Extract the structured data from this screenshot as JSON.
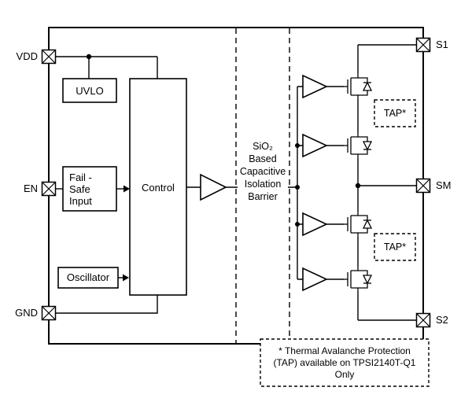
{
  "pins": {
    "vdd": "VDD",
    "en": "EN",
    "gnd": "GND",
    "s1": "S1",
    "sm": "SM",
    "s2": "S2"
  },
  "blocks": {
    "uvlo": "UVLO",
    "fail_safe": {
      "line1": "Fail -",
      "line2": "Safe",
      "line3": "Input"
    },
    "control": "Control",
    "oscillator": "Oscillator"
  },
  "isolation_barrier": {
    "line1": "SiO₂",
    "line2": "Based",
    "line3": "Capacitive",
    "line4": "Isolation",
    "line5": "Barrier"
  },
  "tap": {
    "label": "TAP*"
  },
  "footnote": {
    "line1": "* Thermal Avalanche Protection",
    "line2": "(TAP) available on TPSI2140T-Q1",
    "line3": "Only"
  },
  "colors": {
    "line": "#000000",
    "background": "#ffffff"
  }
}
